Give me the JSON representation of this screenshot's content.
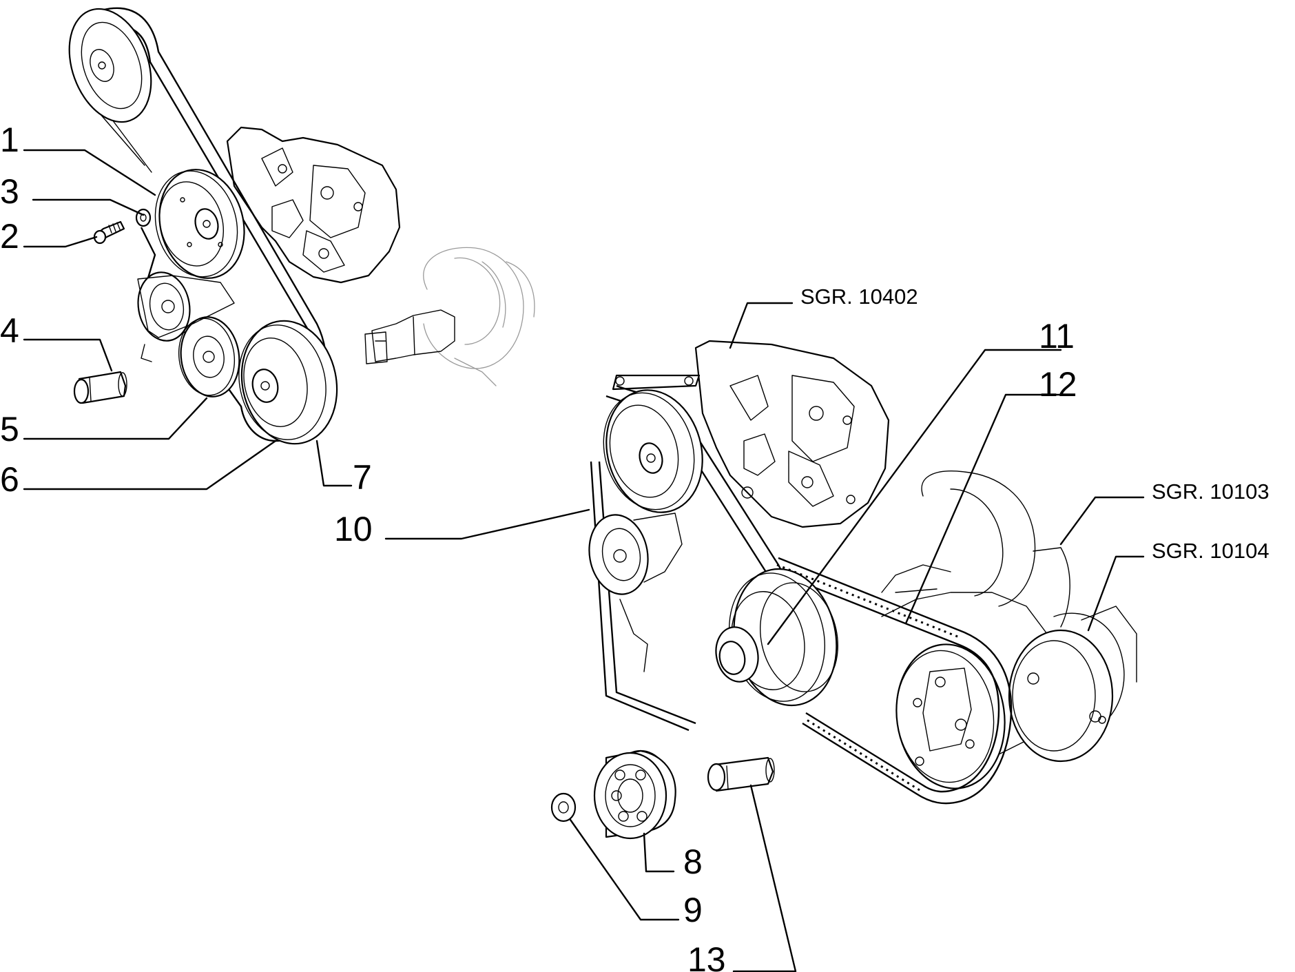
{
  "callouts": {
    "c1": "1",
    "c2": "2",
    "c3": "3",
    "c4": "4",
    "c5": "5",
    "c6": "6",
    "c7": "7",
    "c8": "8",
    "c9": "9",
    "c10": "10",
    "c11": "11",
    "c12": "12",
    "c13": "13"
  },
  "references": {
    "r10402": "SGR. 10402",
    "r10103": "SGR. 10103",
    "r10104": "SGR. 10104"
  }
}
